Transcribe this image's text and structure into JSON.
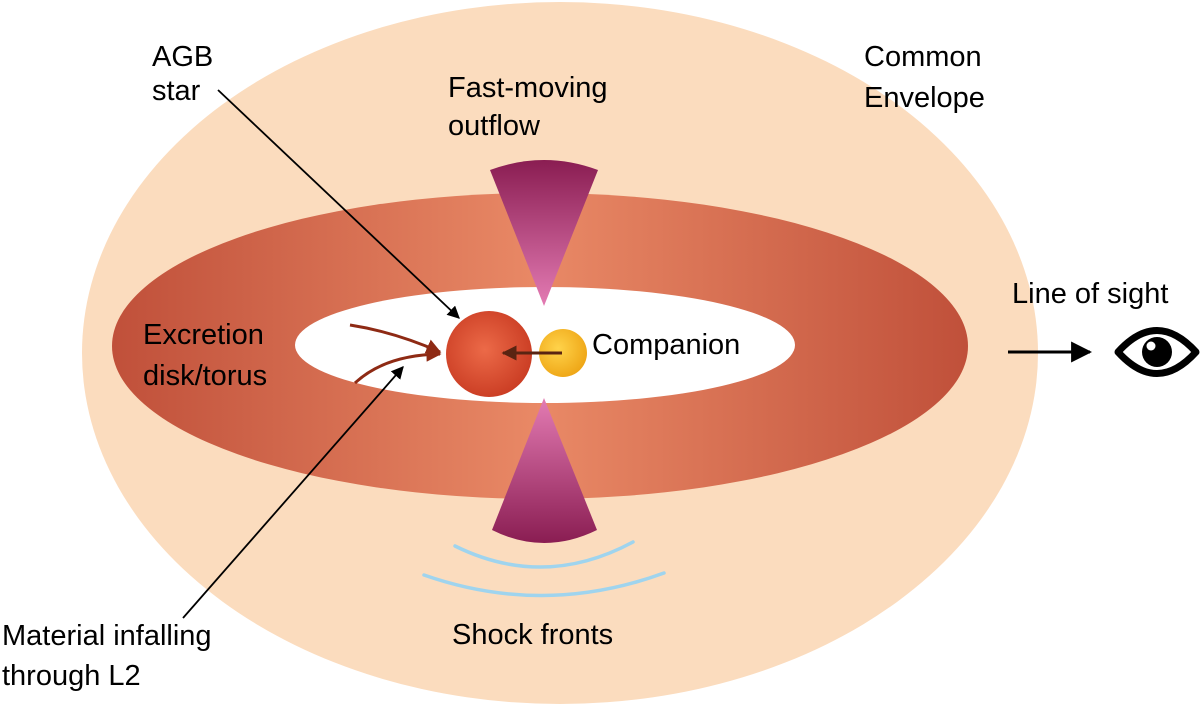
{
  "labels": {
    "agb_star": [
      "AGB",
      "star"
    ],
    "common_envelope": [
      "Common",
      "Envelope"
    ],
    "outflow": [
      "Fast-moving",
      "outflow"
    ],
    "line_of_sight": "Line of sight",
    "excretion_disk": [
      "Excretion",
      "disk/torus"
    ],
    "companion": "Companion",
    "shock_fronts": "Shock fronts",
    "material_infalling": [
      "Material infalling",
      "through L2"
    ]
  },
  "colors": {
    "envelope": "#fbdcbe",
    "torus_outer": "#c0503a",
    "torus_mid": "#e07f5e",
    "cavity": "#ffffff",
    "agb_star": "#d8462c",
    "companion": "#f2b21a",
    "outflow_dark": "#8a1d52",
    "outflow_light": "#d96aa6",
    "shock": "#9fd4ee",
    "infall_arrow": "#8e2a14"
  }
}
